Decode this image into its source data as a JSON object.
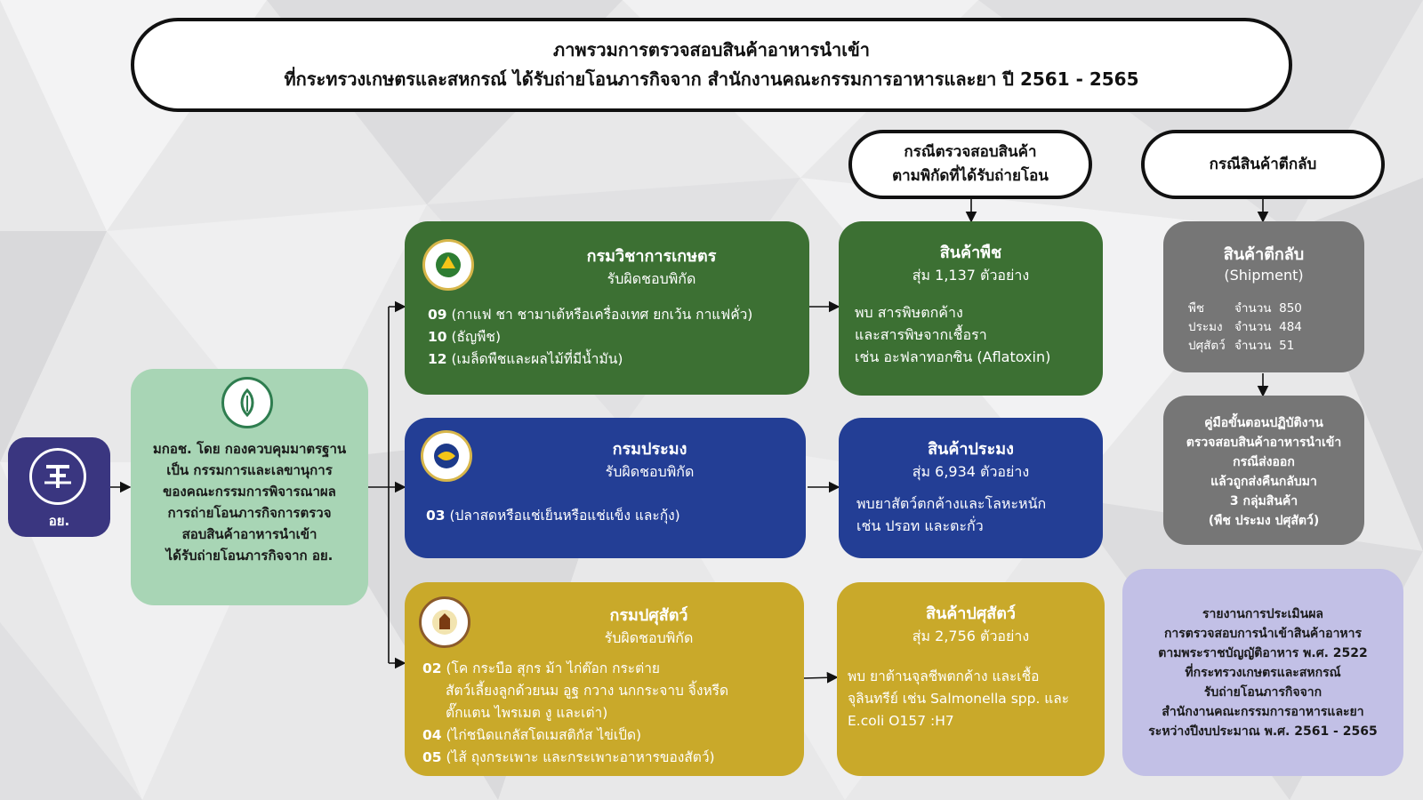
{
  "title": {
    "line1": "ภาพรวมการตรวจสอบสินค้าอาหารนำเข้า",
    "line2": "ที่กระทรวงเกษตรและสหกรณ์ ได้รับถ่ายโอนภารกิจจาก สำนักงานคณะกรรมการอาหารและยา ปี 2561 - 2565"
  },
  "fda": {
    "label": "อย."
  },
  "acfs": {
    "lines": [
      "มกอช. โดย กองควบคุมมาตรฐาน",
      "เป็น กรรมการและเลขานุการ",
      "ของคณะกรรมการพิจารณาผล",
      "การถ่ายโอนภารกิจการตรวจ",
      "สอบสินค้าอาหารนำเข้า",
      "ได้รับถ่ายโอนภารกิจจาก อย."
    ]
  },
  "headers": {
    "inspection": [
      "กรณีตรวจสอบสินค้า",
      "ตามพิกัดที่ได้รับถ่ายโอน"
    ],
    "rejected": "กรณีสินค้าตีกลับ"
  },
  "departments": {
    "agriculture": {
      "name": "กรมวิชาการเกษตร",
      "sub": "รับผิดชอบพิกัด",
      "items": [
        {
          "code": "09",
          "text": " (กาแฟ ชา ชามาเต้หรือเครื่องเทศ ยกเว้น กาแฟคั่ว)"
        },
        {
          "code": "10",
          "text": " (ธัญพืช)"
        },
        {
          "code": "12",
          "text": " (เมล็ดพืชและผลไม้ที่มีน้ำมัน)"
        }
      ]
    },
    "fisheries": {
      "name": "กรมประมง",
      "sub": "รับผิดชอบพิกัด",
      "items": [
        {
          "code": "03",
          "text": " (ปลาสดหรือแช่เย็นหรือแช่แข็ง และกุ้ง)"
        }
      ]
    },
    "livestock": {
      "name": "กรมปศุสัตว์",
      "sub": "รับผิดชอบพิกัด",
      "item02": {
        "code": "02",
        "lines": [
          " (โค กระบือ สุกร ม้า ไก่ต๊อก กระต่าย",
          "สัตว์เลี้ยงลูกด้วยนม อูฐ กวาง นกกระจาบ จิ้งหรีด",
          "ตั๊กแตน ไพรเมต งู และเต่า)"
        ]
      },
      "items": [
        {
          "code": "04",
          "text": " (ไก่ชนิดแกลัสโดเมสติกัส ไข่เป็ด)"
        },
        {
          "code": "05",
          "text": " (ไส้ ถุงกระเพาะ และกระเพาะอาหารของสัตว์)"
        }
      ]
    }
  },
  "products": {
    "plant": {
      "title": "สินค้าพืช",
      "sample": "สุ่ม 1,137 ตัวอย่าง",
      "lines": [
        "พบ สารพิษตกค้าง",
        "และสารพิษจากเชื้อรา",
        "เช่น อะฟลาทอกซิน (Aflatoxin)"
      ]
    },
    "fishery": {
      "title": "สินค้าประมง",
      "sample": "สุ่ม 6,934 ตัวอย่าง",
      "lines": [
        "พบยาสัตว์ตกค้างและโลหะหนัก",
        "เช่น ปรอท และตะกั่ว"
      ]
    },
    "livestock": {
      "title": "สินค้าปศุสัตว์",
      "sample": "สุ่ม 2,756 ตัวอย่าง",
      "lines": [
        "พบ ยาต้านจุลชีพตกค้าง และเชื้อ",
        "จุลินทรีย์ เช่น Salmonella spp. และ",
        "E.coli O157 :H7"
      ]
    }
  },
  "rejected": {
    "title": "สินค้าตีกลับ",
    "sub": "(Shipment)",
    "rows": [
      {
        "label": "พืช",
        "count_label": "จำนวน",
        "count": "850"
      },
      {
        "label": "ประมง",
        "count_label": "จำนวน",
        "count": "484"
      },
      {
        "label": "ปศุสัตว์",
        "count_label": "จำนวน",
        "count": "51"
      }
    ]
  },
  "manual": {
    "lines": [
      "คู่มือขั้นตอนปฏิบัติงาน",
      "ตรวจสอบสินค้าอาหารนำเข้า",
      "กรณีส่งออก",
      "แล้วถูกส่งคืนกลับมา",
      "3 กลุ่มสินค้า",
      "(พืช ประมง ปศุสัตว์)"
    ]
  },
  "report": {
    "lines": [
      "รายงานการประเมินผล",
      "การตรวจสอบการนำเข้าสินค้าอาหาร",
      "ตามพระราชบัญญัติอาหาร พ.ศ. 2522",
      "ที่กระทรวงเกษตรและสหกรณ์",
      "รับถ่ายโอนภารกิจจาก",
      "สำนักงานคณะกรรมการอาหารและยา",
      "ระหว่างปีงบประมาณ พ.ศ. 2561 - 2565"
    ]
  },
  "colors": {
    "agriculture": "#3c7033",
    "fisheries": "#233e95",
    "livestock": "#c9a92a",
    "rejected": "#767676",
    "acfs": "#a8d5b5",
    "report": "#c2c0e6",
    "fda": "#3a3680"
  },
  "icons": {
    "fda": "fda-logo-icon",
    "acfs": "acfs-emblem-icon",
    "agriculture": "doa-emblem-icon",
    "fisheries": "dof-emblem-icon",
    "livestock": "dld-emblem-icon"
  }
}
